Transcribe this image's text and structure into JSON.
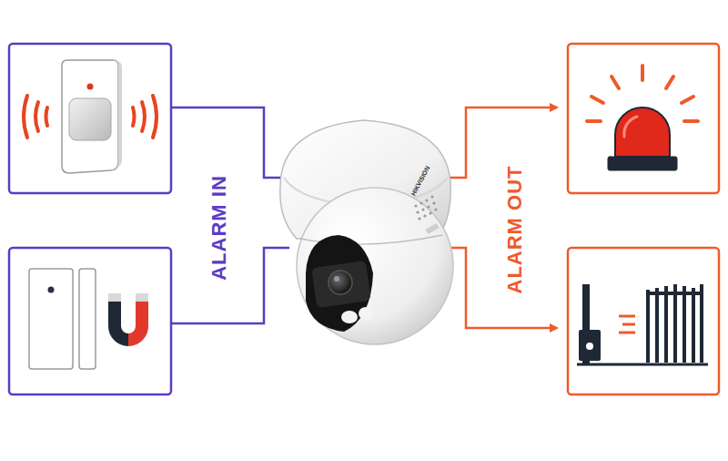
{
  "diagram": {
    "labels": [
      "ALARM IN",
      "ALARM OUT",
      "HIKVISION"
    ]
  }
}
